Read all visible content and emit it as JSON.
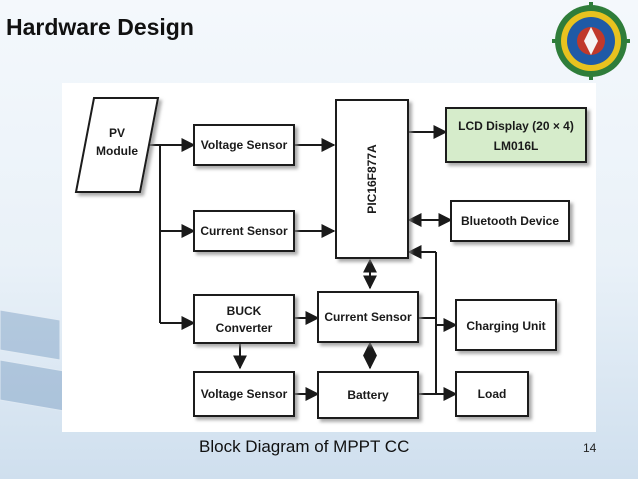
{
  "slide": {
    "title": "Hardware Design",
    "caption": "Block Diagram of MPPT CC",
    "page_number": "14"
  },
  "diagram": {
    "blocks": {
      "pv_line1": "PV",
      "pv_line2": "Module",
      "voltage_sensor_top": "Voltage Sensor",
      "current_sensor_left": "Current Sensor",
      "buck_line1": "BUCK",
      "buck_line2": "Converter",
      "voltage_sensor_bottom": "Voltage Sensor",
      "mcu": "PIC16F877A",
      "current_sensor_mid": "Current Sensor",
      "battery": "Battery",
      "lcd_line1": "LCD Display (20 × 4)",
      "lcd_line2": "LM016L",
      "bluetooth": "Bluetooth Device",
      "charging_unit": "Charging Unit",
      "load": "Load"
    },
    "colors": {
      "lcd_fill": "#d6eccb",
      "box_stroke": "#1a1a1a",
      "shadow": "#9a9a9a"
    }
  }
}
